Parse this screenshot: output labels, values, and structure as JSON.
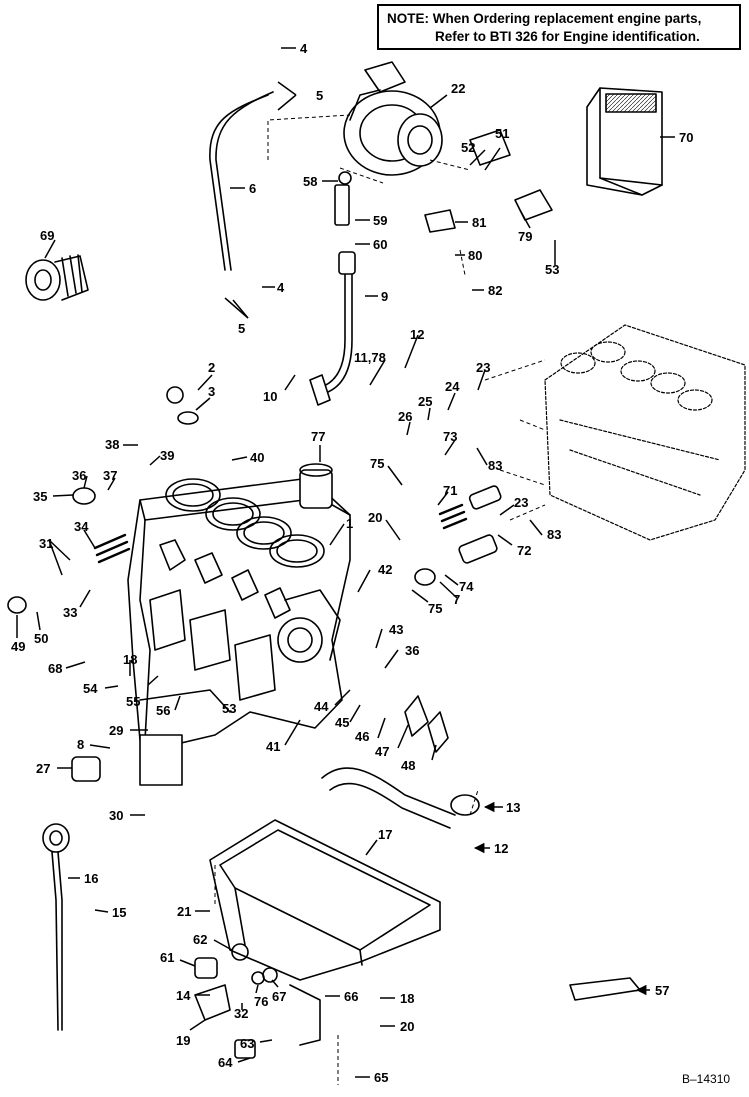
{
  "note": {
    "heading": "NOTE:",
    "line1": "When Ordering replacement engine parts,",
    "line2": "Refer to BTI 326 for Engine identification."
  },
  "figure_id": "B–14310",
  "callouts": [
    "4",
    "5",
    "6",
    "4",
    "5",
    "22",
    "52",
    "51",
    "70",
    "58",
    "59",
    "60",
    "81",
    "79",
    "53",
    "80",
    "82",
    "9",
    "69",
    "12",
    "11,78",
    "23",
    "24",
    "25",
    "26",
    "2",
    "10",
    "3",
    "73",
    "83",
    "77",
    "38",
    "39",
    "40",
    "75",
    "71",
    "36",
    "37",
    "35",
    "23",
    "72",
    "83",
    "34",
    "20",
    "1",
    "31",
    "42",
    "74",
    "75",
    "7",
    "33",
    "50",
    "49",
    "43",
    "36",
    "68",
    "18",
    "54",
    "55",
    "56",
    "53",
    "44",
    "45",
    "46",
    "47",
    "48",
    "41",
    "29",
    "8",
    "27",
    "13",
    "30",
    "12",
    "17",
    "16",
    "15",
    "21",
    "62",
    "61",
    "14",
    "76",
    "67",
    "66",
    "18",
    "32",
    "20",
    "19",
    "57",
    "63",
    "64",
    "65"
  ],
  "colors": {
    "ink": "#000000",
    "background": "#ffffff"
  }
}
